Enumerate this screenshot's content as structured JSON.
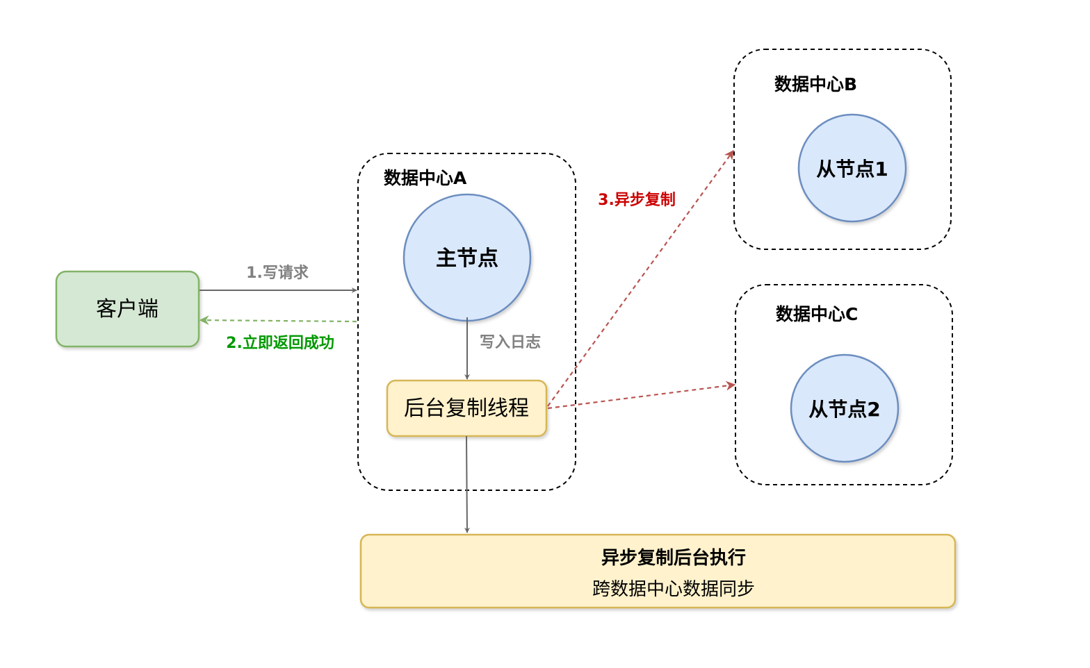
{
  "client": {
    "label": "客户端",
    "fill": "#d5e8d4",
    "stroke": "#82b366"
  },
  "datacenters": {
    "a": {
      "title": "数据中心A"
    },
    "b": {
      "title": "数据中心B"
    },
    "c": {
      "title": "数据中心C"
    }
  },
  "nodes": {
    "primary": "主节点",
    "replica1": "从节点1",
    "replica2": "从节点2",
    "node_fill": "#dae8fc",
    "node_stroke": "#6c8ebf"
  },
  "thread": {
    "label": "后台复制线程",
    "fill": "#fff2cc",
    "stroke": "#d6b656"
  },
  "summary": {
    "title": "异步复制后台执行",
    "subtitle": "跨数据中心数据同步"
  },
  "edges": {
    "write_request": {
      "label": "1.写请求",
      "color": "#808080"
    },
    "return_success": {
      "label": "2.立即返回成功",
      "color": "#009900"
    },
    "async_replication": {
      "label": "3.异步复制",
      "color": "#cc0000"
    },
    "write_log": {
      "label": "写入日志",
      "color": "#808080"
    }
  },
  "colors": {
    "dashed_border": "#000000",
    "arrow_gray": "#666666",
    "arrow_green": "#82b366",
    "arrow_red": "#b85450"
  }
}
